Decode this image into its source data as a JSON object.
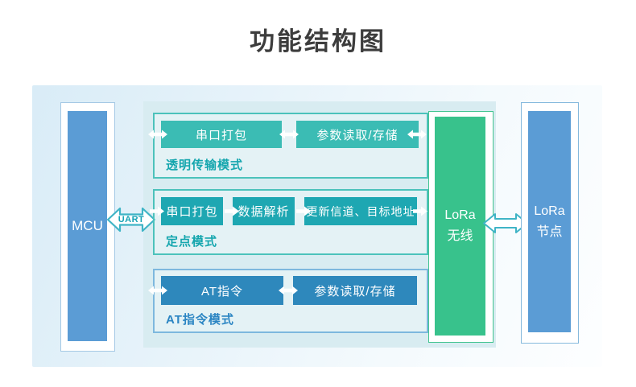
{
  "title": "功能结构图",
  "palette": {
    "title_color": "#3d3d3d",
    "panel_blue": "#d9ecf7",
    "container_teal": "#d8ecf1",
    "block_teal": "#3bbcb4",
    "block_teal_dark": "#1ea7b2",
    "block_blue": "#2e88bc",
    "mcu_blue": "#5b9cd5",
    "lora_green": "#38c28c",
    "mode_label_teal": "#15a6ae",
    "mode_label_blue": "#2b85c3",
    "arrow_outline_teal": "#3fb4c6"
  },
  "mcu": {
    "label": "MCU"
  },
  "uart": {
    "label": "UART"
  },
  "modes": [
    {
      "name": "透明传输模式",
      "blocks": [
        "串口打包",
        "参数读取/存储"
      ]
    },
    {
      "name": "定点模式",
      "blocks": [
        "串口打包",
        "数据解析",
        "更新信道、目标地址"
      ]
    },
    {
      "name": "AT指令模式",
      "blocks": [
        "AT指令",
        "参数读取/存储"
      ]
    }
  ],
  "lora_wireless": {
    "line1": "LoRa",
    "line2": "无线"
  },
  "lora_node": {
    "line1": "LoRa",
    "line2": "节点"
  }
}
